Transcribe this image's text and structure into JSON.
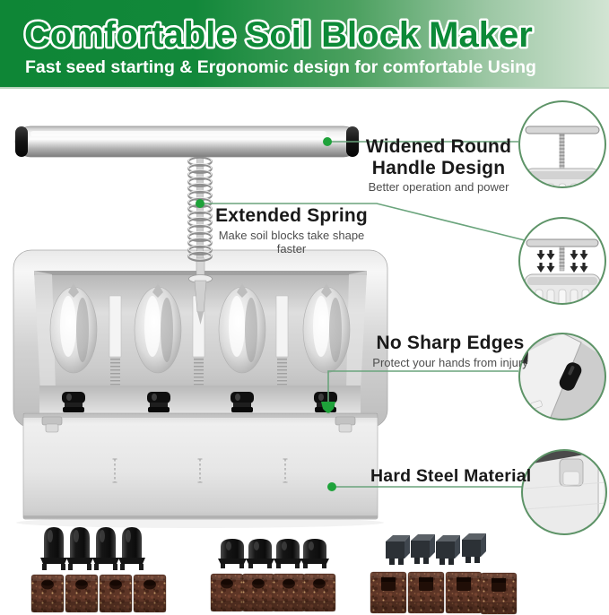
{
  "header": {
    "title": "Comfortable Soil Block Maker",
    "subtitle": "Fast seed starting & Ergonomic design for comfortable Using"
  },
  "callouts": {
    "handle": {
      "title": "Widened Round Handle Design",
      "subtitle": "Better operation and power"
    },
    "spring": {
      "title": "Extended Spring",
      "subtitle": "Make soil blocks take shape faster"
    },
    "edges": {
      "title": "No Sharp Edges",
      "subtitle": "Protect your hands from injury"
    },
    "steel": {
      "title": "Hard Steel Material"
    }
  },
  "colors": {
    "header_green_dark": "#0e8636",
    "header_green_fade": "#d2e4d3",
    "title_green": "#0c8a37",
    "accent_green": "#1ea23a",
    "leader_line_green": "#6aa47c",
    "inset_ring_green": "#5d9367",
    "soil_brown": "#5d3526"
  }
}
